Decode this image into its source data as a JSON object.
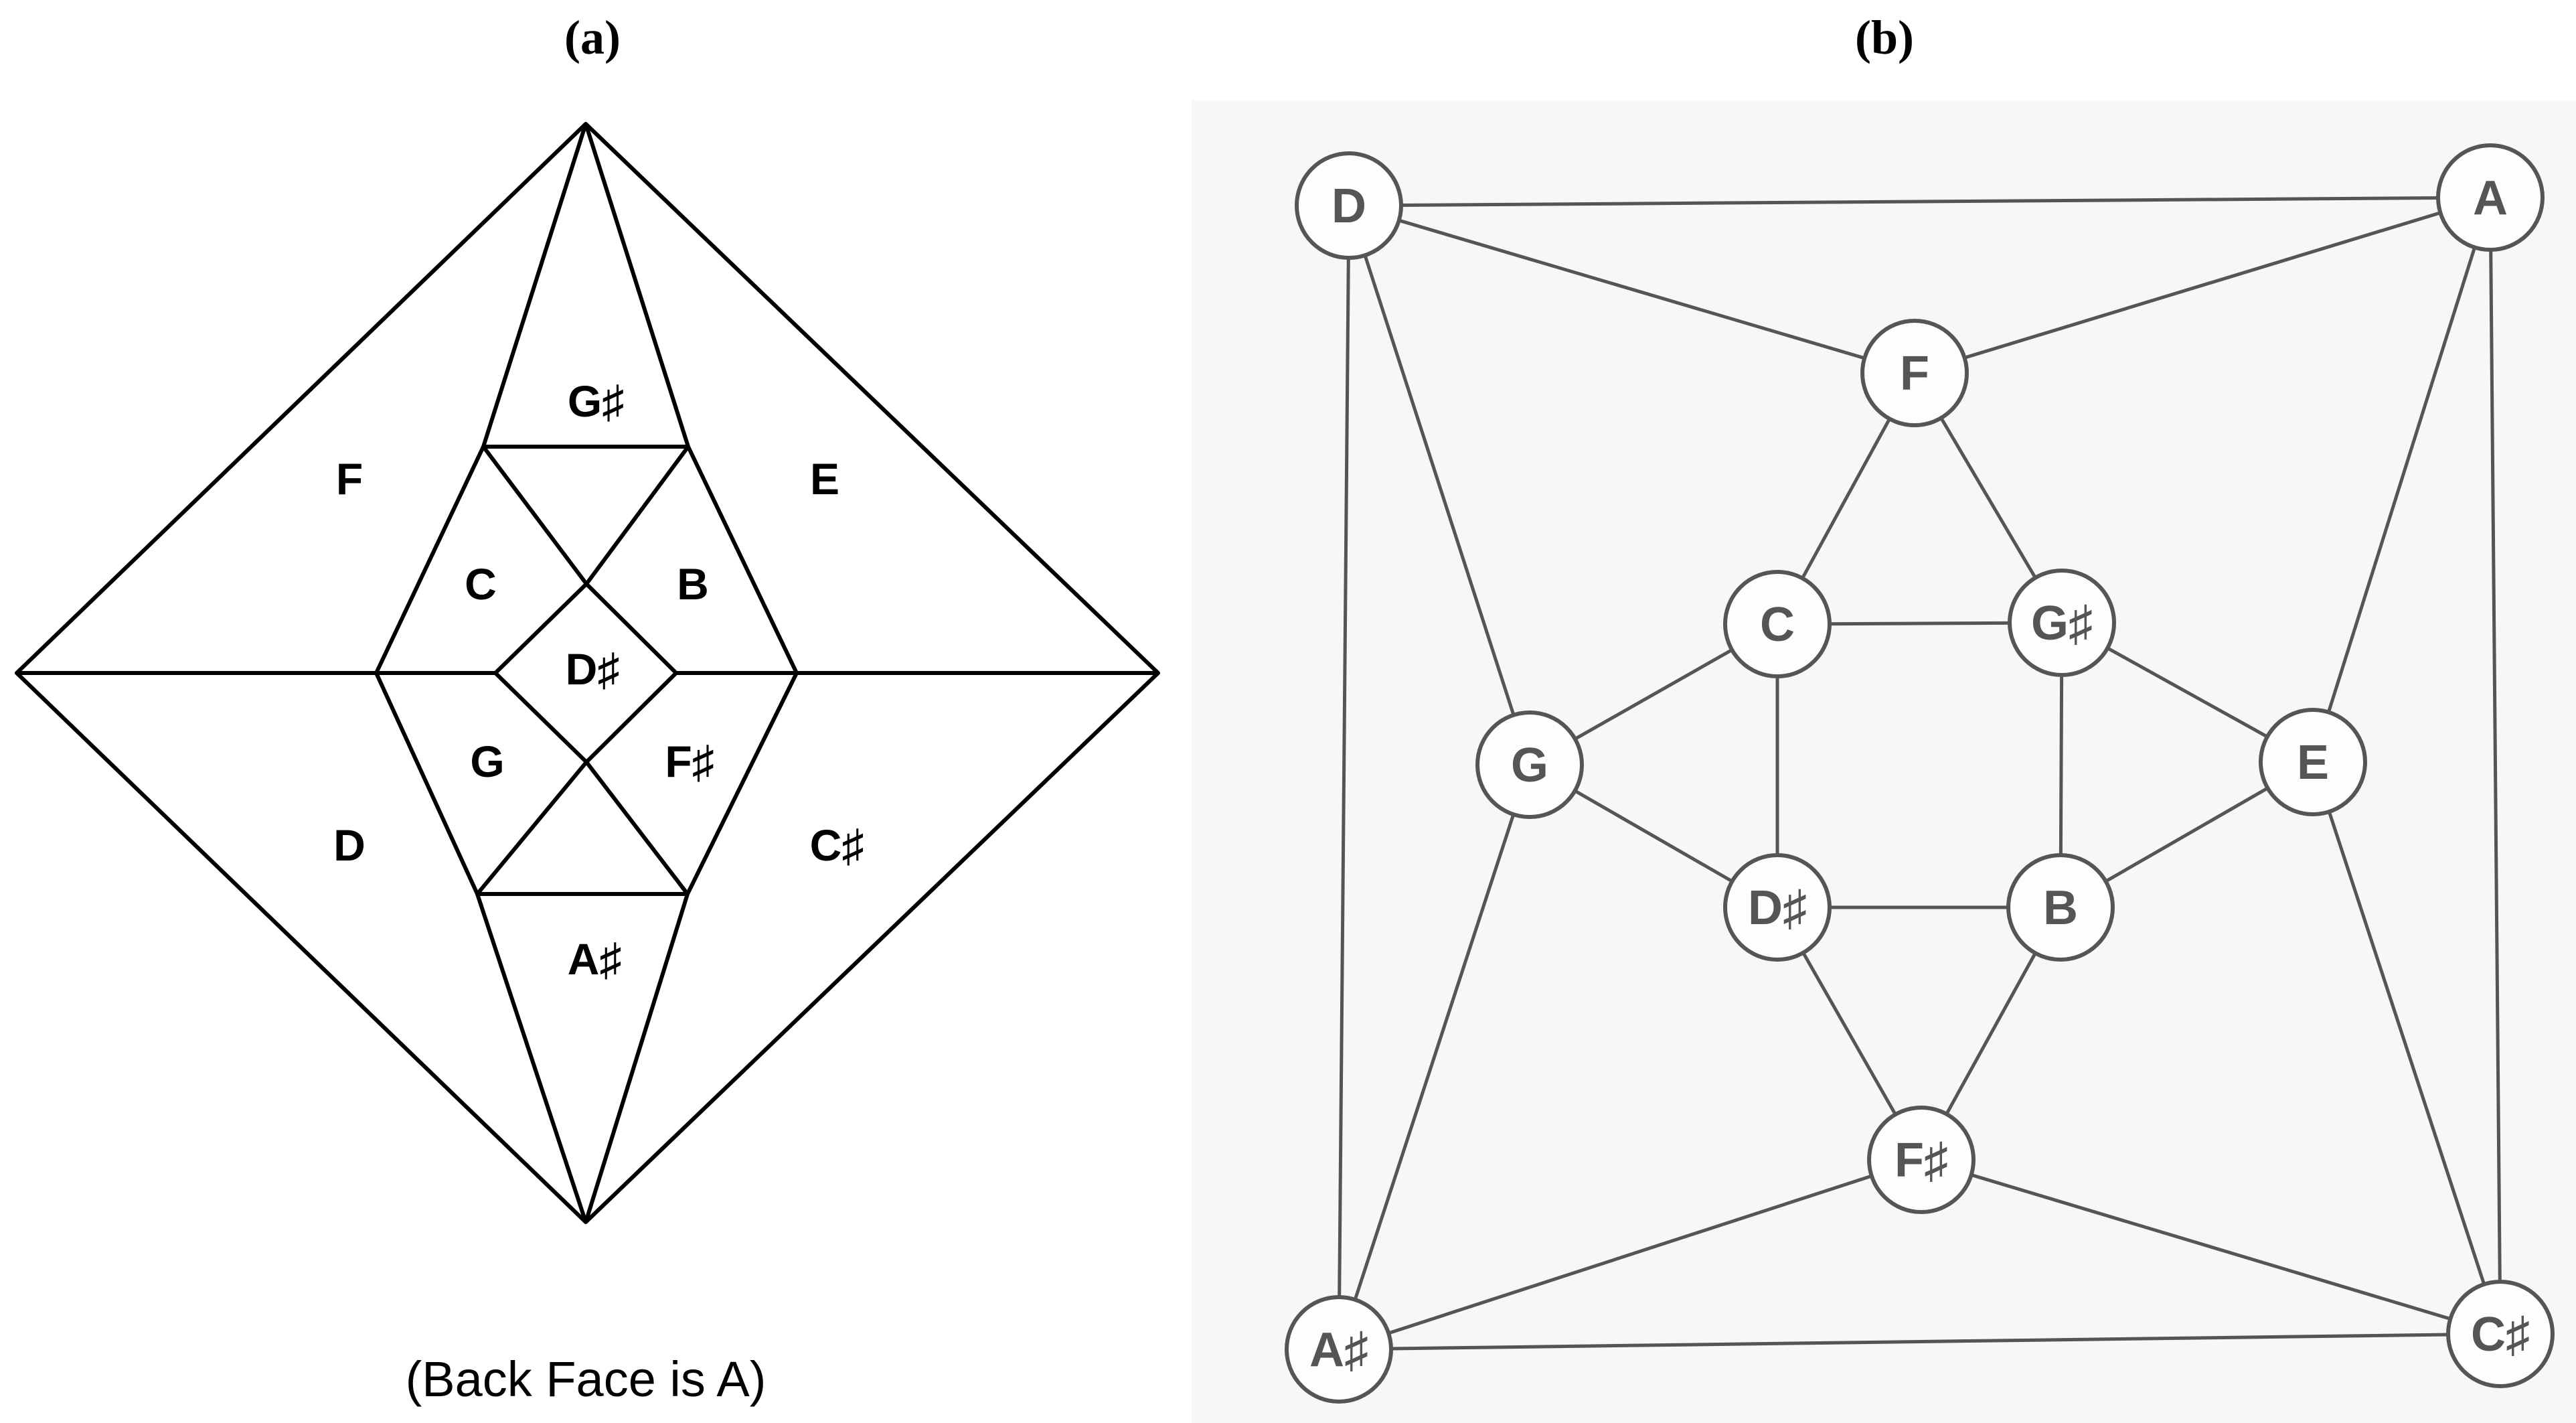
{
  "panel_a": {
    "title": "(a)",
    "caption": "(Back Face is A)",
    "faces": {
      "f": "F",
      "e": "E",
      "d": "D",
      "cs": "C♯",
      "gs": "G♯",
      "c": "C",
      "b": "B",
      "ds": "D♯",
      "g": "G",
      "fs": "F♯",
      "as": "A♯"
    }
  },
  "panel_b": {
    "title": "(b)",
    "nodes": {
      "D": "D",
      "A": "A",
      "F": "F",
      "C": "C",
      "Gs": "G♯",
      "G": "G",
      "E": "E",
      "Ds": "D♯",
      "B": "B",
      "Fs": "F♯",
      "As": "A♯",
      "Cs": "C♯"
    },
    "edges": [
      [
        "D",
        "A"
      ],
      [
        "D",
        "F"
      ],
      [
        "A",
        "F"
      ],
      [
        "D",
        "G"
      ],
      [
        "D",
        "As"
      ],
      [
        "A",
        "E"
      ],
      [
        "A",
        "Cs"
      ],
      [
        "F",
        "C"
      ],
      [
        "F",
        "Gs"
      ],
      [
        "C",
        "Gs"
      ],
      [
        "C",
        "G"
      ],
      [
        "C",
        "Ds"
      ],
      [
        "Gs",
        "E"
      ],
      [
        "Gs",
        "B"
      ],
      [
        "G",
        "Ds"
      ],
      [
        "G",
        "As"
      ],
      [
        "E",
        "B"
      ],
      [
        "E",
        "Cs"
      ],
      [
        "Ds",
        "B"
      ],
      [
        "Ds",
        "Fs"
      ],
      [
        "B",
        "Fs"
      ],
      [
        "Fs",
        "As"
      ],
      [
        "Fs",
        "Cs"
      ],
      [
        "As",
        "Cs"
      ]
    ]
  }
}
